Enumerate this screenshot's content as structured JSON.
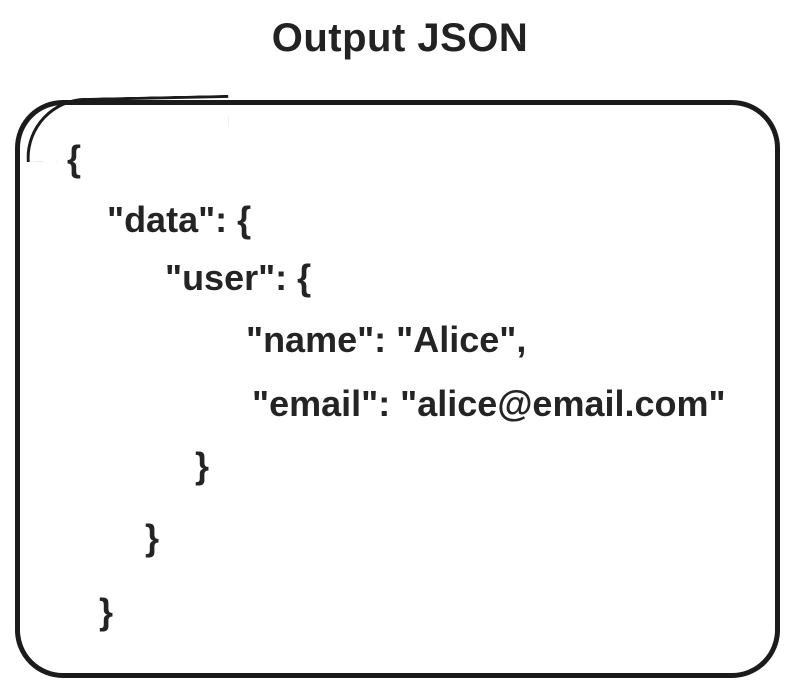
{
  "title": "Output JSON",
  "code_block": {
    "language": "json",
    "lines": [
      "{",
      "\"data\": {",
      "\"user\": {",
      "\"name\": \"Alice\",",
      "\"email\": \"alice@email.com\"",
      "}",
      "}",
      "}"
    ]
  },
  "colors": {
    "text": "#242424",
    "title_text": "#222222",
    "box_border": "#1b1b1b",
    "background": "#ffffff"
  }
}
